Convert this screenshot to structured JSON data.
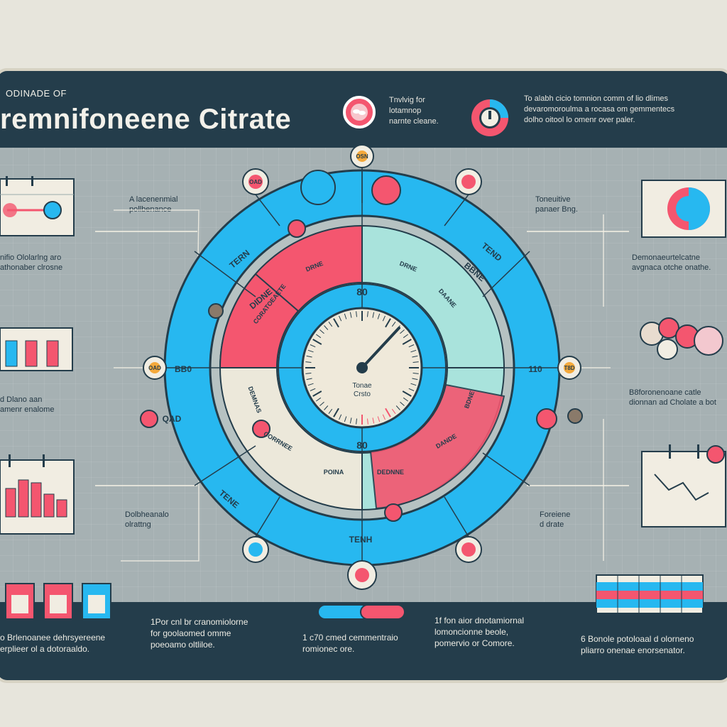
{
  "header": {
    "kicker": "ODINADE OF",
    "title": "remnifoneene Citrate",
    "note_a": [
      "Tnvlvig for",
      "lotamnop",
      "narnte cleane."
    ],
    "note_b": [
      "To alabh cicio tomnion comm of lio dlimes",
      "devaromoroulma a rocasa om gemmentecs",
      "dolho oitool lo omenr over paler."
    ]
  },
  "left": {
    "block1": [
      "A lacenenmial",
      "pollbenance"
    ],
    "block2": [
      "nifio Ololarlng aro",
      "athonaber clrosne"
    ],
    "block3": [
      "d Dlano aan",
      "amenr enalome"
    ],
    "block4": [
      "Dolbheanalo",
      "olrattng"
    ]
  },
  "right": {
    "block1": [
      "Toneuitive",
      "panaer Bng."
    ],
    "block2": [
      "Demonaeurtelcatne",
      "avgnaca otche onathe."
    ],
    "block3": [
      "B8foronenoane catle",
      "dionnan ad Cholate a bot"
    ],
    "block4": [
      "Foreiene",
      "d drate"
    ]
  },
  "dial": {
    "outer_ring": [
      "DIDNE",
      "BB0",
      "TENE",
      "TENH",
      "TEND",
      "110",
      "TERN",
      "BBNE"
    ],
    "middle_ring": [
      "DRNE",
      "CORATOEAETE",
      "DRNE",
      "DAANE",
      "DEMNAS",
      "CORRNEE",
      "POINA",
      "DEDNNE",
      "DANDE",
      "BDNE"
    ],
    "inner_top": "80",
    "inner_bottom": "80",
    "gauge_label": [
      "Tonae",
      "Crsto"
    ],
    "node_labels": [
      "OSN",
      "OAD",
      "OAD",
      "T8D",
      "QAD"
    ]
  },
  "footer": {
    "col1": [
      "o Brlenoanee dehrsyereene",
      "erplieer ol a dotoraaldo."
    ],
    "col2": [
      "1Por cnl br cranomiolorne",
      "for goolaomed omme",
      "poeoamo oltliloe."
    ],
    "col3": [
      "1 c70 cmed cemmentraio",
      "romionec ore."
    ],
    "col4": [
      "1f fon aior dnotamiornal",
      "lomoncionne beole,",
      "pomervio or Comore."
    ],
    "col5": [
      "6 Bonole potoloaal d olorneno",
      "pliarro onenae enorsenator."
    ]
  },
  "colors": {
    "navy": "#243d4b",
    "blue": "#27b8f0",
    "pink": "#f4566f",
    "mint": "#a9e3dc",
    "cream": "#ece8da",
    "orange": "#f4a93b"
  }
}
